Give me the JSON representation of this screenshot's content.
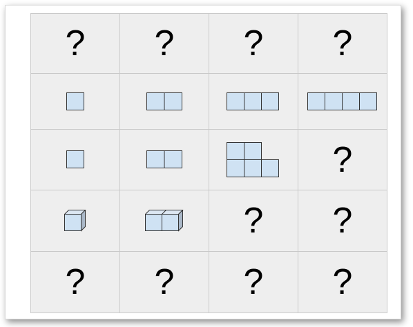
{
  "question_mark": "?",
  "colors": {
    "cell_fill": "#eeeeee",
    "grid_line": "#c9c9c9",
    "block_fill": "#cfe2f3",
    "block_stroke": "#333333"
  },
  "rows": [
    [
      "?",
      "?",
      "?",
      "?"
    ],
    [
      "square-1",
      "squares-row-2",
      "squares-row-3",
      "squares-row-4"
    ],
    [
      "square-1",
      "squares-row-2",
      "squares-stair-5",
      "?"
    ],
    [
      "cube-1",
      "cubes-row-2",
      "?",
      "?"
    ],
    [
      "?",
      "?",
      "?",
      "?"
    ]
  ]
}
